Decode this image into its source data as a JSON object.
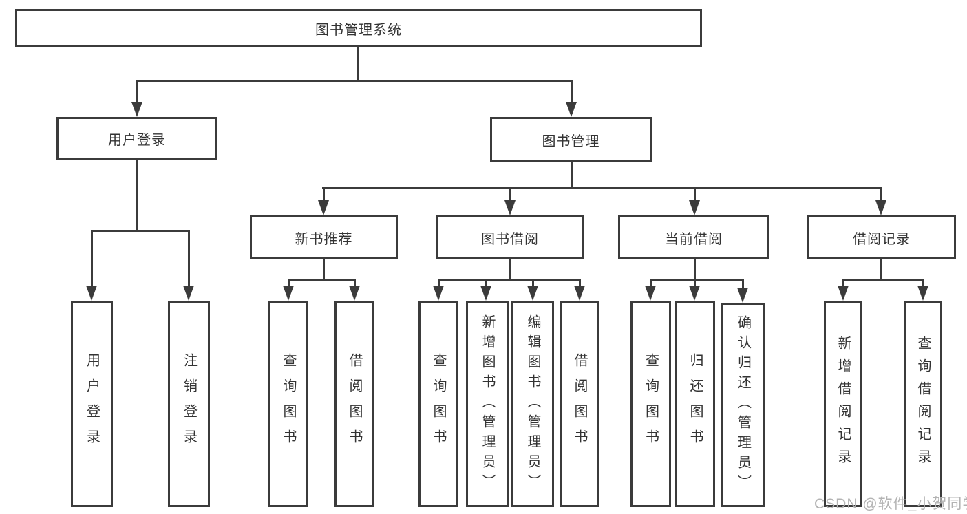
{
  "diagram": {
    "watermark": "CSDN @软件_小贺同学",
    "colors": {
      "line": "#3b3b3b",
      "text": "#333333",
      "background": "#ffffff",
      "watermark": "#b3b3b3"
    },
    "nodes": {
      "root": {
        "label": "图书管理系统"
      },
      "level2": [
        {
          "label": "用户登录"
        },
        {
          "label": "图书管理"
        }
      ],
      "level3": [
        {
          "label": "新书推荐"
        },
        {
          "label": "图书借阅"
        },
        {
          "label": "当前借阅"
        },
        {
          "label": "借阅记录"
        }
      ],
      "leaves": {
        "user_login": [
          "用户登录",
          "注销登录"
        ],
        "new_book_recommend": [
          "查询图书",
          "借阅图书"
        ],
        "book_borrow": [
          "查询图书",
          "新增图书（管理员）",
          "编辑图书（管理员）",
          "借阅图书"
        ],
        "current_borrow": [
          "查询图书",
          "归还图书",
          "确认归还（管理员）"
        ],
        "borrow_records": [
          "新增借阅记录",
          "查询借阅记录"
        ]
      }
    }
  }
}
